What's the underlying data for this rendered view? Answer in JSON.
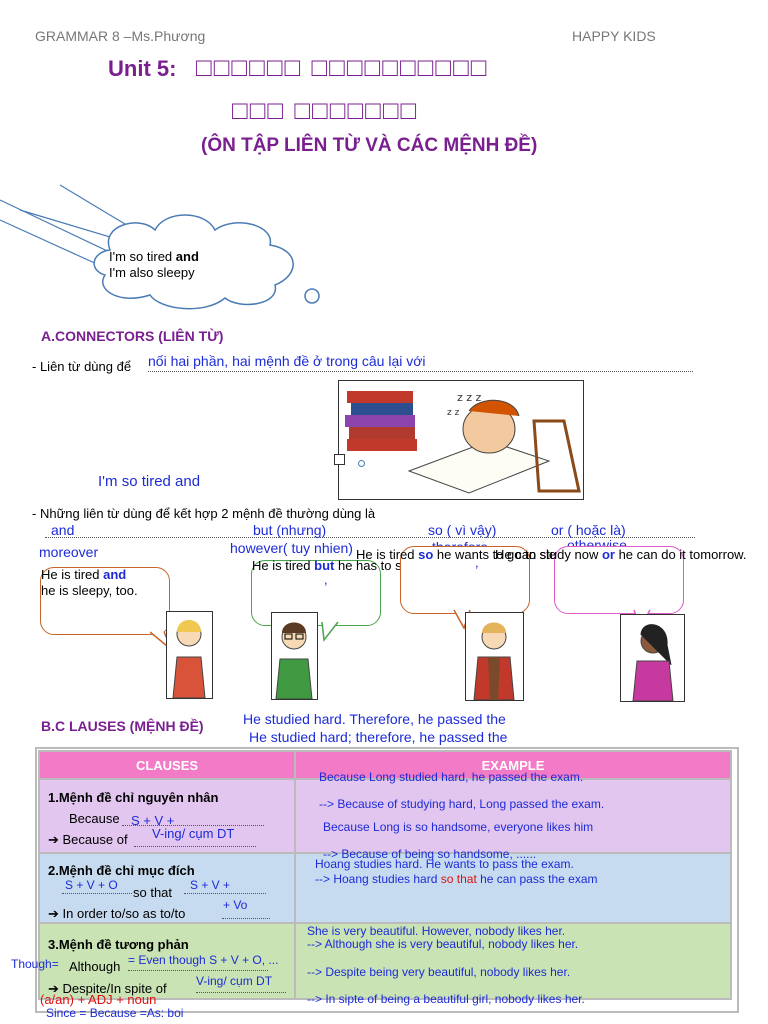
{
  "header": {
    "left": "GRAMMAR 8 –Ms.Phương",
    "right": "HAPPY KIDS"
  },
  "title": {
    "unit": "Unit 5:",
    "boxes_line1": "□□□□□□ □□□□□□□□□□",
    "boxes_line2": "□□□ □□□□□□□",
    "subtitle": "(ÔN TẬP LIÊN TỪ VÀ CÁC MỆNH ĐỀ)"
  },
  "cloud_text": {
    "line1a": "I'm so tired ",
    "line1b": "and",
    "line2": "I'm also sleepy"
  },
  "section_a": {
    "heading": "A.CONNECTORS",
    "heading_vi": " (LIÊN TỪ)",
    "bullet1_prefix": "Liên từ dùng để",
    "bullet1_fill": "nối hai phần, hai mệnh đề ở trong câu lại với",
    "note_tired": "I'm so tired and",
    "bullet2": "Những liên từ dùng để kết hợp 2 mệnh đề thường dùng là",
    "connectors": [
      {
        "word": "and",
        "alt": "moreover"
      },
      {
        "word": "but (nhưng)",
        "alt": "however( tuy nhien)"
      },
      {
        "word": "so ( vì vậy)",
        "alt": "therefore"
      },
      {
        "word": "or ( hoặc là)",
        "alt": "otherwise"
      }
    ],
    "bubbles": {
      "and_1": "He is tired ",
      "and_kw": "and",
      "and_2": "he is sleepy, too.",
      "but_1": "He is tired ",
      "but_kw": "but",
      "but_2": " he has to st",
      "so_1": "He is tired ",
      "so_kw": "so",
      "so_2": " he wants to go to sle",
      "or_1": "He can study now ",
      "or_kw": "or",
      "or_2": " he can do it tomorrow."
    }
  },
  "section_b": {
    "heading": "B.C LAUSES",
    "heading_vi": " (MỆNH ĐỀ)",
    "ex1": "He studied hard. Therefore, he passed the",
    "ex2": "He studied hard; therefore, he passed the"
  },
  "table": {
    "col1": "CLAUSES",
    "col2": "EXAMPLE",
    "rows": [
      {
        "title": "1.Mệnh đề chỉ nguyên nhân",
        "line1_label": "Because",
        "line1_fill": "S + V +",
        "line2_label": "Because of",
        "line2_fill": "V-ing/ cụm DT",
        "examples": [
          "Because Long studied hard, he passed the exam.",
          "--> Because of studying hard, Long passed the exam.",
          "Because Long is so handsome, everyone likes him",
          "--> Because of being so handsome, ......"
        ]
      },
      {
        "title": "2.Mệnh đề chỉ mục đích",
        "fill_a": "S + V + O",
        "line1_label": "so that",
        "fill_b": "S + V +",
        "line2_label": "In order to/so as to/to",
        "fill_c": "+ Vo",
        "examples": [
          "Hoang studies hard. He wants to pass the exam.",
          "--> Hoang studies hard ",
          "so that",
          " he can pass the exam"
        ]
      },
      {
        "title": "3.Mệnh đề tương phản",
        "side_label": "Though=",
        "line1_label": "Although",
        "line1_fill": "= Even though   S + V + O, ...",
        "line2_label": "Despite/In spite of",
        "line2_fill": "V-ing/ cụm DT",
        "extra": "(a/an) + ADJ + noun",
        "examples": [
          "She is very beautiful. However, nobody likes her.",
          "--> Although she is very beautiful, nobody likes her.",
          "--> Despite being very beautiful, nobody likes her.",
          "--> In sipte of being a beautiful girl, nobody likes her."
        ]
      }
    ],
    "footer": "Since = Because =As: boi"
  }
}
